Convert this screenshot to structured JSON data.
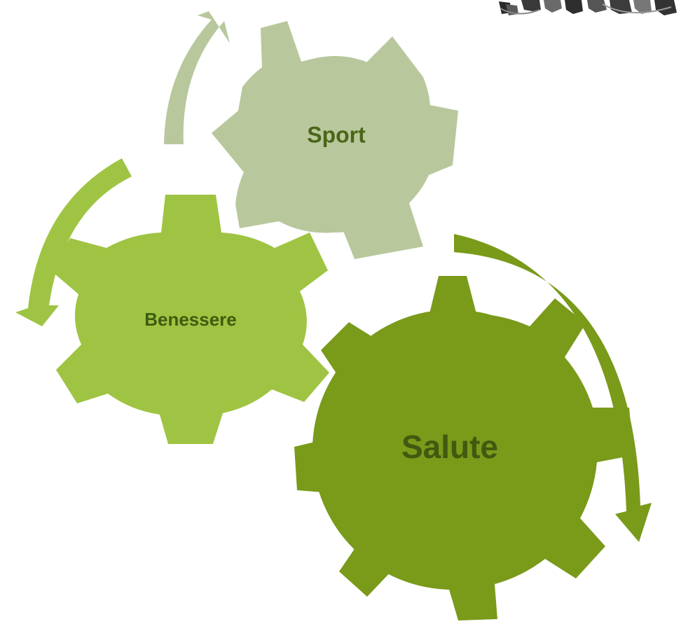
{
  "diagram": {
    "gears": [
      {
        "id": "sport",
        "label": "Sport",
        "color": "#b8c89c",
        "text_color": "#4a6618"
      },
      {
        "id": "benessere",
        "label": "Benessere",
        "color": "#9fc443",
        "text_color": "#3f5c10"
      },
      {
        "id": "salute",
        "label": "Salute",
        "color": "#7a9a1a",
        "text_color": "#3f5a10"
      }
    ],
    "arrows": [
      {
        "id": "arrow-sport",
        "color": "#b8c89c"
      },
      {
        "id": "arrow-benessere",
        "color": "#9fc443"
      },
      {
        "id": "arrow-salute",
        "color": "#7a9a1a"
      }
    ],
    "corner_image": {
      "name": "sketch-illustration"
    }
  }
}
